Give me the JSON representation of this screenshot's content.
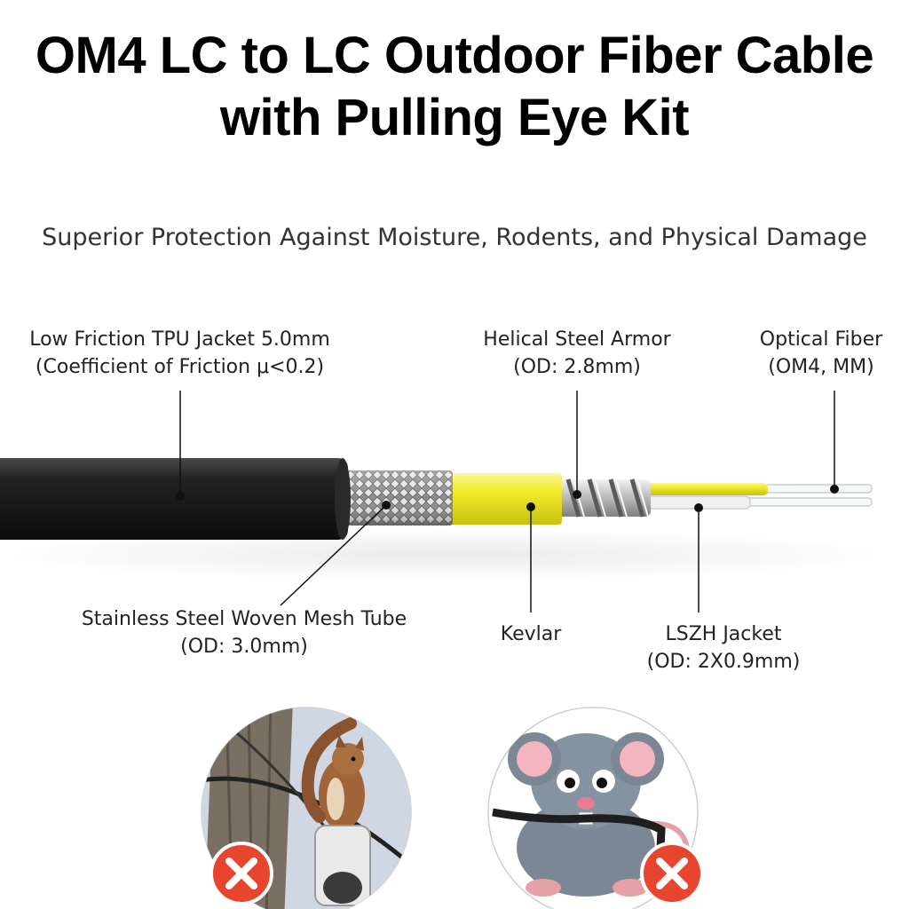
{
  "title": {
    "line1": "OM4 LC to LC Outdoor Fiber Cable",
    "line2": "with Pulling Eye Kit"
  },
  "subtitle": "Superior Protection Against Moisture, Rodents, and Physical Damage",
  "labels": {
    "tpu_jacket": {
      "line1": "Low Friction TPU Jacket 5.0mm",
      "line2": "(Coefficient of Friction μ<0.2)"
    },
    "steel_armor": {
      "line1": "Helical Steel Armor",
      "line2": "(OD: 2.8mm)"
    },
    "optical_fiber": {
      "line1": "Optical Fiber",
      "line2": "(OM4, MM)"
    },
    "mesh_tube": {
      "line1": "Stainless Steel Woven Mesh Tube",
      "line2": "(OD: 3.0mm)"
    },
    "kevlar": {
      "line1": "Kevlar"
    },
    "lszh_jacket": {
      "line1": "LSZH Jacket",
      "line2": "(OD: 2X0.9mm)"
    }
  },
  "icons": {
    "squirrel_badge": "close-icon",
    "rat_badge": "close-icon"
  },
  "colors": {
    "jacket": "#1a1a1a",
    "kevlar": "#f2ec2a",
    "badge": "#e8452f"
  }
}
